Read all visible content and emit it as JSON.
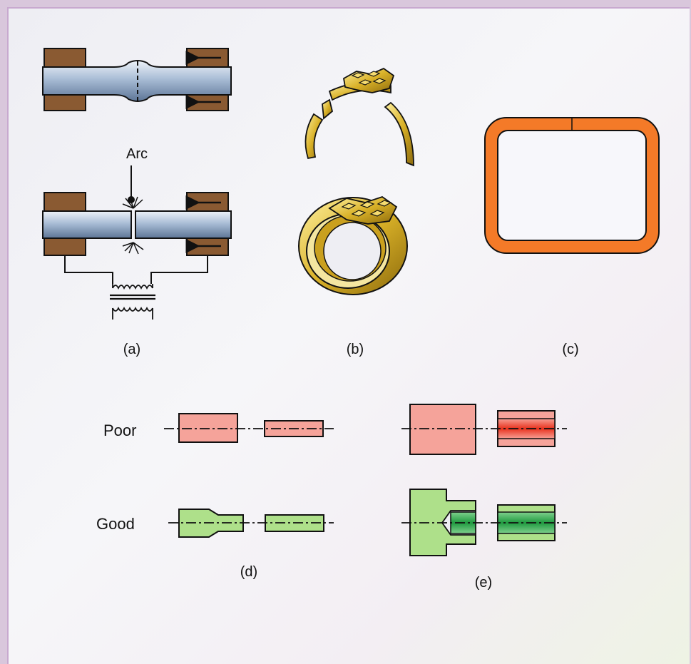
{
  "labels": {
    "arc": "Arc",
    "a": "(a)",
    "b": "(b)",
    "c": "(c)",
    "d": "(d)",
    "e": "(e)",
    "poor": "Poor",
    "good": "Good"
  },
  "colors": {
    "clamp": "#8a5a32",
    "rod": "#b9c9dc",
    "gold": "#e2be2e",
    "frame_orange": "#f47a28",
    "poor_fill": "#f5a39a",
    "poor_hot": "#e8321e",
    "good_fill": "#aee08a",
    "good_dark": "#27a845"
  }
}
